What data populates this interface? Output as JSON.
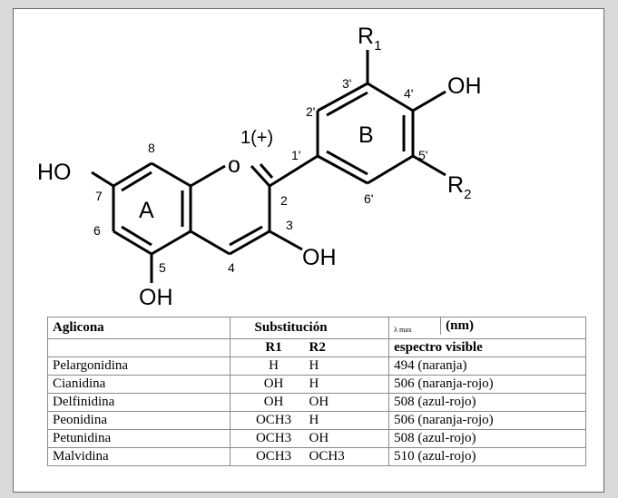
{
  "structure": {
    "groups": {
      "ho_left": "HO",
      "oh_bottom": "OH",
      "oh_c3": "OH",
      "oh_c4prime": "OH",
      "r1": "R",
      "r1_sub": "1",
      "r2": "R",
      "r2_sub": "2"
    },
    "ring_atom": "o",
    "ring_labels": {
      "a": "A",
      "b": "B"
    },
    "positions": {
      "p1": "1(+)",
      "p2": "2",
      "p3": "3",
      "p4": "4",
      "p5": "5",
      "p6": "6",
      "p7": "7",
      "p8": "8",
      "p1p": "1'",
      "p2p": "2'",
      "p3p": "3'",
      "p4p": "4'",
      "p5p": "5'",
      "p6p": "6'"
    }
  },
  "table": {
    "headers": {
      "aglicona": "Aglicona",
      "substitucion": "Substitución",
      "lambda": "λ max",
      "nm": "(nm)",
      "r1": "R1",
      "r2": "R2",
      "espectro": "espectro visible"
    },
    "rows": [
      {
        "name": "Pelargonidina",
        "r1": "H",
        "r2": "H",
        "lambda": "494 (naranja)"
      },
      {
        "name": "Cianidina",
        "r1": "OH",
        "r2": "H",
        "lambda": "506 (naranja-rojo)"
      },
      {
        "name": "Delfinidina",
        "r1": "OH",
        "r2": "OH",
        "lambda": "508 (azul-rojo)"
      },
      {
        "name": "Peonidina",
        "r1": "OCH3",
        "r2": "H",
        "lambda": "506 (naranja-rojo)"
      },
      {
        "name": "Petunidina",
        "r1": "OCH3",
        "r2": "OH",
        "lambda": "508 (azul-rojo)"
      },
      {
        "name": "Malvidina",
        "r1": "OCH3",
        "r2": "OCH3",
        "lambda": "510 (azul-rojo)"
      }
    ]
  }
}
